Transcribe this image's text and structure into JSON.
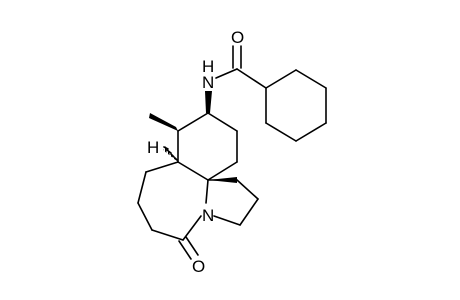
{
  "molecule": {
    "atoms": {
      "oxygen_amide": "O",
      "nitrogen_amide": "N",
      "hydrogen_amide": "H",
      "hydrogen_stereo": "H",
      "nitrogen_ring": "N",
      "oxygen_lactam": "O"
    }
  }
}
